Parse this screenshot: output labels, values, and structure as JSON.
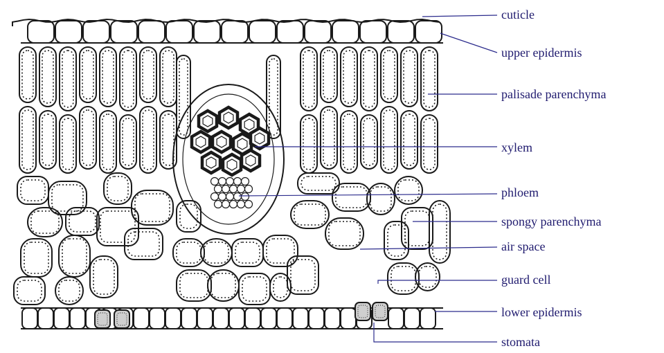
{
  "labels": {
    "cuticle": "cuticle",
    "upper_epidermis": "upper epidermis",
    "palisade": "palisade parenchyma",
    "xylem": "xylem",
    "phloem": "phloem",
    "spongy": "spongy  parenchyma",
    "air_space": "air space",
    "guard_cell": "guard cell",
    "lower_epidermis": "lower epidermis",
    "stomata": "stomata"
  },
  "colors": {
    "ink": "#1a1a1a",
    "leader": "#2b2b8c",
    "label": "#1f1a6e",
    "background": "#ffffff"
  }
}
